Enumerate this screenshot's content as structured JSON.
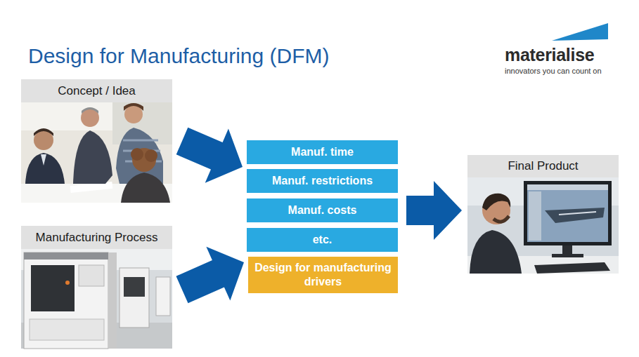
{
  "diagram": {
    "title": "Design for Manufacturing (DFM)",
    "nodes": [
      {
        "text": [
          "Concept / Idea"
        ]
      },
      {
        "text": [
          "Manufacturing Process"
        ]
      },
      {
        "text": [
          "Manuf. time"
        ]
      },
      {
        "text": [
          "Manuf. restrictions"
        ]
      },
      {
        "text": [
          "Manuf. costs"
        ]
      },
      {
        "text": [
          "etc."
        ]
      },
      {
        "text": [
          "Design for manufacturing drivers"
        ]
      },
      {
        "text": [
          "Final Product"
        ]
      }
    ],
    "edges": [
      {
        "from": 0,
        "to": 2,
        "arrow": "to"
      },
      {
        "from": 1,
        "to": 6,
        "arrow": "to"
      },
      {
        "from": 4,
        "to": 7,
        "arrow": "to"
      }
    ],
    "labels": [
      "materialise",
      "innovators you can count on"
    ]
  }
}
